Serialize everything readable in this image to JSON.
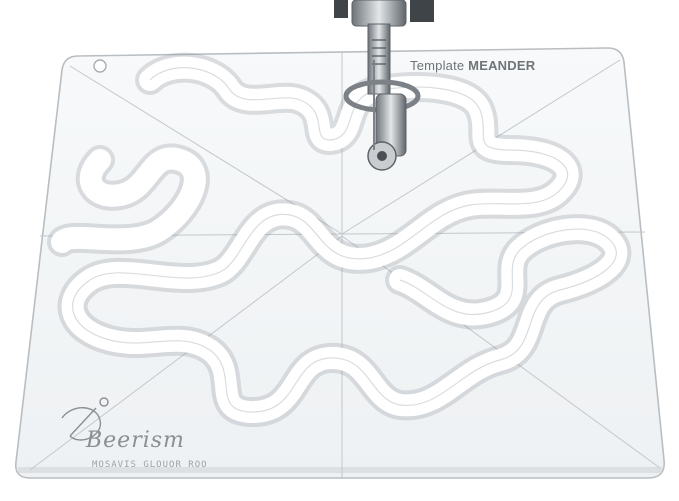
{
  "template": {
    "label_prefix": "Template",
    "label_name": "MEANDER"
  },
  "brand": {
    "logo_text": "Beerism"
  },
  "edge_print": "MOSAVIS GLOUOR ROO",
  "colors": {
    "background": "#ffffff",
    "acrylic_edge": "#b9bec2",
    "groove": "#8e9499",
    "metal": "#9aa0a5"
  },
  "icons": {
    "presser_foot": "sewing-presser-foot",
    "needle": "sewing-needle",
    "logo": "sewing-machine-logo"
  }
}
